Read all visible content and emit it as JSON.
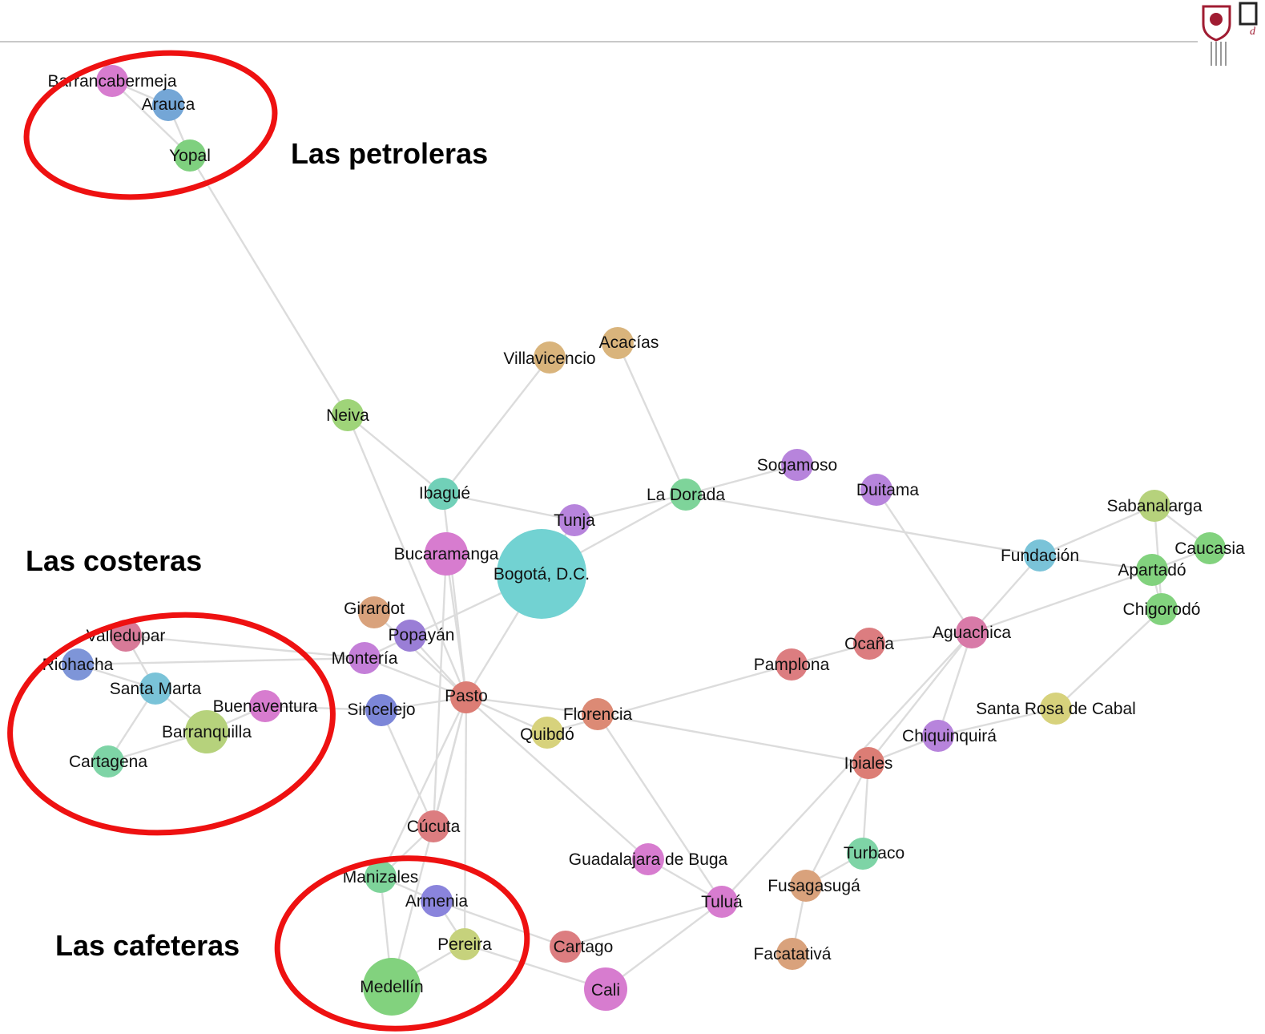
{
  "colors": {
    "edge": "#dcdcdc",
    "ring": "#ee1111",
    "background": "#ffffff",
    "header_rule": "#c8c8c8",
    "logo_accent": "#a01c32"
  },
  "logo": {
    "icon": "university-shield-icon",
    "text": "d"
  },
  "annotations": {
    "petroleras": "Las petroleras",
    "costeras": "Las costeras",
    "cafeteras": "Las cafeteras"
  },
  "nodes": [
    {
      "id": "barrancabermeja",
      "label": "Barrancabermeja",
      "color": "#d77ccf",
      "size": "small"
    },
    {
      "id": "arauca",
      "label": "Arauca",
      "color": "#74a6d6",
      "size": "small"
    },
    {
      "id": "yopal",
      "label": "Yopal",
      "color": "#7fd07f",
      "size": "small"
    },
    {
      "id": "neiva",
      "label": "Neiva",
      "color": "#9fd479",
      "size": "small"
    },
    {
      "id": "acacias",
      "label": "Acacías",
      "color": "#d9b47c",
      "size": "small"
    },
    {
      "id": "villavicencio",
      "label": "Villavicencio",
      "color": "#d9b47c",
      "size": "small"
    },
    {
      "id": "ibague",
      "label": "Ibagué",
      "color": "#71d0b8",
      "size": "small"
    },
    {
      "id": "tunja",
      "label": "Tunja",
      "color": "#b784dc",
      "size": "small"
    },
    {
      "id": "la-dorada",
      "label": "La Dorada",
      "color": "#7ed49a",
      "size": "small"
    },
    {
      "id": "sogamoso",
      "label": "Sogamoso",
      "color": "#b784dc",
      "size": "small"
    },
    {
      "id": "duitama",
      "label": "Duitama",
      "color": "#b784dc",
      "size": "small"
    },
    {
      "id": "bucaramanga",
      "label": "Bucaramanga",
      "color": "#d77ccf",
      "size": "medium"
    },
    {
      "id": "bogota",
      "label": "Bogotá, D.C.",
      "color": "#72d2d2",
      "size": "xlarge"
    },
    {
      "id": "girardot",
      "label": "Girardot",
      "color": "#d9a27c",
      "size": "small"
    },
    {
      "id": "popayan",
      "label": "Popayán",
      "color": "#9a7ed6",
      "size": "small"
    },
    {
      "id": "monteria",
      "label": "Montería",
      "color": "#c47fd8",
      "size": "small"
    },
    {
      "id": "sincelejo",
      "label": "Sincelejo",
      "color": "#7c86d8",
      "size": "small"
    },
    {
      "id": "pasto",
      "label": "Pasto",
      "color": "#dc7d75",
      "size": "small"
    },
    {
      "id": "florencia",
      "label": "Florencia",
      "color": "#dc8a75",
      "size": "small"
    },
    {
      "id": "quibdo",
      "label": "Quibdó",
      "color": "#d7d27c",
      "size": "small"
    },
    {
      "id": "valledupar",
      "label": "Valledupar",
      "color": "#d87a98",
      "size": "small"
    },
    {
      "id": "riohacha",
      "label": "Riohacha",
      "color": "#7e95d8",
      "size": "small"
    },
    {
      "id": "santa-marta",
      "label": "Santa Marta",
      "color": "#7ac3d8",
      "size": "small"
    },
    {
      "id": "buenaventura",
      "label": "Buenaventura",
      "color": "#d77ccf",
      "size": "small"
    },
    {
      "id": "barranquilla",
      "label": "Barranquilla",
      "color": "#b6d27c",
      "size": "medium"
    },
    {
      "id": "cartagena",
      "label": "Cartagena",
      "color": "#7ed4a6",
      "size": "small"
    },
    {
      "id": "sabanalarga",
      "label": "Sabanalarga",
      "color": "#b6d27c",
      "size": "small"
    },
    {
      "id": "caucasia",
      "label": "Caucasia",
      "color": "#82d27e",
      "size": "small"
    },
    {
      "id": "fundacion",
      "label": "Fundación",
      "color": "#7ac3d8",
      "size": "small"
    },
    {
      "id": "apartado",
      "label": "Apartadó",
      "color": "#82d27e",
      "size": "small"
    },
    {
      "id": "chigorodo",
      "label": "Chigorodó",
      "color": "#82d27e",
      "size": "small"
    },
    {
      "id": "aguachica",
      "label": "Aguachica",
      "color": "#d87aa8",
      "size": "small"
    },
    {
      "id": "ocana",
      "label": "Ocaña",
      "color": "#dc7d80",
      "size": "small"
    },
    {
      "id": "pamplona",
      "label": "Pamplona",
      "color": "#dc7d80",
      "size": "small"
    },
    {
      "id": "santa-rosa-de-cabal",
      "label": "Santa Rosa de Cabal",
      "color": "#d7d27c",
      "size": "small"
    },
    {
      "id": "chiquinquira",
      "label": "Chiquinquirá",
      "color": "#b784dc",
      "size": "small"
    },
    {
      "id": "ipiales",
      "label": "Ipiales",
      "color": "#dc7d75",
      "size": "small"
    },
    {
      "id": "cucuta",
      "label": "Cúcuta",
      "color": "#dc7d80",
      "size": "small"
    },
    {
      "id": "turbaco",
      "label": "Turbaco",
      "color": "#7ed4a6",
      "size": "small"
    },
    {
      "id": "guadalajara-de-buga",
      "label": "Guadalajara de Buga",
      "color": "#d77ccf",
      "size": "small"
    },
    {
      "id": "fusagasuga",
      "label": "Fusagasugá",
      "color": "#d9a27c",
      "size": "small"
    },
    {
      "id": "tulua",
      "label": "Tuluá",
      "color": "#d77ccf",
      "size": "small"
    },
    {
      "id": "facatativa",
      "label": "Facatativá",
      "color": "#d9a27c",
      "size": "small"
    },
    {
      "id": "manizales",
      "label": "Manizales",
      "color": "#7ed49a",
      "size": "small"
    },
    {
      "id": "armenia",
      "label": "Armenia",
      "color": "#8a84dc",
      "size": "small"
    },
    {
      "id": "pereira",
      "label": "Pereira",
      "color": "#c6d27c",
      "size": "small"
    },
    {
      "id": "cartago",
      "label": "Cartago",
      "color": "#dc7d80",
      "size": "small"
    },
    {
      "id": "medellin",
      "label": "Medellín",
      "color": "#82d27e",
      "size": "large"
    },
    {
      "id": "cali",
      "label": "Cali",
      "color": "#d77ccf",
      "size": "medium"
    }
  ],
  "edges": [
    [
      "barrancabermeja",
      "arauca"
    ],
    [
      "barrancabermeja",
      "yopal"
    ],
    [
      "arauca",
      "yopal"
    ],
    [
      "yopal",
      "neiva"
    ],
    [
      "neiva",
      "ibague"
    ],
    [
      "neiva",
      "pasto"
    ],
    [
      "acacias",
      "la-dorada"
    ],
    [
      "villavicencio",
      "ibague"
    ],
    [
      "ibague",
      "tunja"
    ],
    [
      "ibague",
      "pasto"
    ],
    [
      "tunja",
      "bogota"
    ],
    [
      "tunja",
      "la-dorada"
    ],
    [
      "la-dorada",
      "sogamoso"
    ],
    [
      "la-dorada",
      "bogota"
    ],
    [
      "la-dorada",
      "fundacion"
    ],
    [
      "duitama",
      "aguachica"
    ],
    [
      "bucaramanga",
      "pasto"
    ],
    [
      "bucaramanga",
      "cucuta"
    ],
    [
      "bogota",
      "pasto"
    ],
    [
      "bogota",
      "monteria"
    ],
    [
      "girardot",
      "pasto"
    ],
    [
      "popayan",
      "pasto"
    ],
    [
      "monteria",
      "pasto"
    ],
    [
      "monteria",
      "valledupar"
    ],
    [
      "monteria",
      "riohacha"
    ],
    [
      "sincelejo",
      "pasto"
    ],
    [
      "sincelejo",
      "buenaventura"
    ],
    [
      "sincelejo",
      "cucuta"
    ],
    [
      "pasto",
      "florencia"
    ],
    [
      "pasto",
      "quibdo"
    ],
    [
      "pasto",
      "cucuta"
    ],
    [
      "pasto",
      "medellin"
    ],
    [
      "pasto",
      "pereira"
    ],
    [
      "pasto",
      "guadalajara-de-buga"
    ],
    [
      "pasto",
      "manizales"
    ],
    [
      "florencia",
      "ipiales"
    ],
    [
      "florencia",
      "tulua"
    ],
    [
      "quibdo",
      "pamplona"
    ],
    [
      "valledupar",
      "santa-marta"
    ],
    [
      "riohacha",
      "santa-marta"
    ],
    [
      "santa-marta",
      "barranquilla"
    ],
    [
      "santa-marta",
      "cartagena"
    ],
    [
      "buenaventura",
      "barranquilla"
    ],
    [
      "barranquilla",
      "cartagena"
    ],
    [
      "fundacion",
      "sabanalarga"
    ],
    [
      "fundacion",
      "apartado"
    ],
    [
      "fundacion",
      "aguachica"
    ],
    [
      "sabanalarga",
      "chigorodo"
    ],
    [
      "sabanalarga",
      "caucasia"
    ],
    [
      "caucasia",
      "apartado"
    ],
    [
      "apartado",
      "chigorodo"
    ],
    [
      "apartado",
      "aguachica"
    ],
    [
      "chigorodo",
      "santa-rosa-de-cabal"
    ],
    [
      "aguachica",
      "ocana"
    ],
    [
      "aguachica",
      "ipiales"
    ],
    [
      "aguachica",
      "chiquinquira"
    ],
    [
      "aguachica",
      "tulua"
    ],
    [
      "ocana",
      "pamplona"
    ],
    [
      "santa-rosa-de-cabal",
      "chiquinquira"
    ],
    [
      "chiquinquira",
      "ipiales"
    ],
    [
      "ipiales",
      "turbaco"
    ],
    [
      "ipiales",
      "fusagasuga"
    ],
    [
      "turbaco",
      "fusagasuga"
    ],
    [
      "fusagasuga",
      "facatativa"
    ],
    [
      "guadalajara-de-buga",
      "tulua"
    ],
    [
      "tulua",
      "cartago"
    ],
    [
      "tulua",
      "cali"
    ],
    [
      "cucuta",
      "manizales"
    ],
    [
      "manizales",
      "armenia"
    ],
    [
      "manizales",
      "medellin"
    ],
    [
      "armenia",
      "pereira"
    ],
    [
      "armenia",
      "cartago"
    ],
    [
      "pereira",
      "medellin"
    ],
    [
      "pereira",
      "cali"
    ]
  ]
}
